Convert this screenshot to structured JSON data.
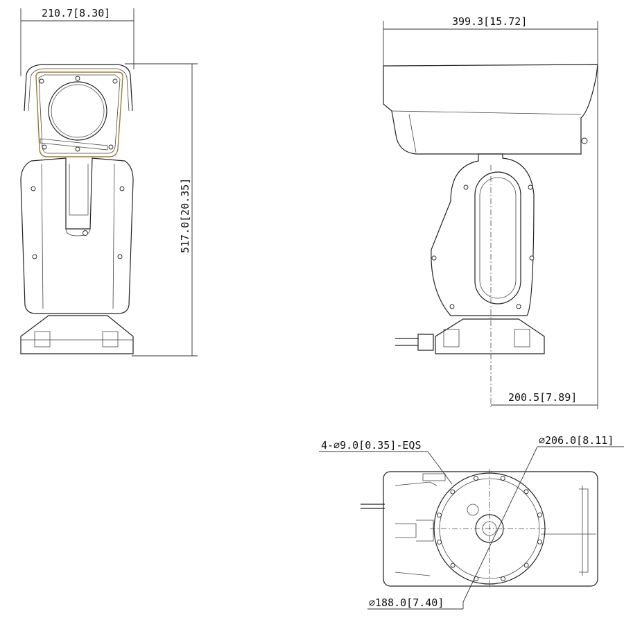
{
  "front_view": {
    "width_label": "210.7[8.30]",
    "height_label": "517.0[20.35]"
  },
  "side_view": {
    "length_label": "399.3[15.72]",
    "offset_label": "200.5[7.89]"
  },
  "bottom_view": {
    "holes_label": "4-∅9.0[0.35]-EQS",
    "outer_diameter_label": "∅206.0[8.11]",
    "inner_diameter_label": "∅188.0[7.40]"
  },
  "colors": {
    "line": "#222222",
    "seal": "#a07a2a"
  }
}
